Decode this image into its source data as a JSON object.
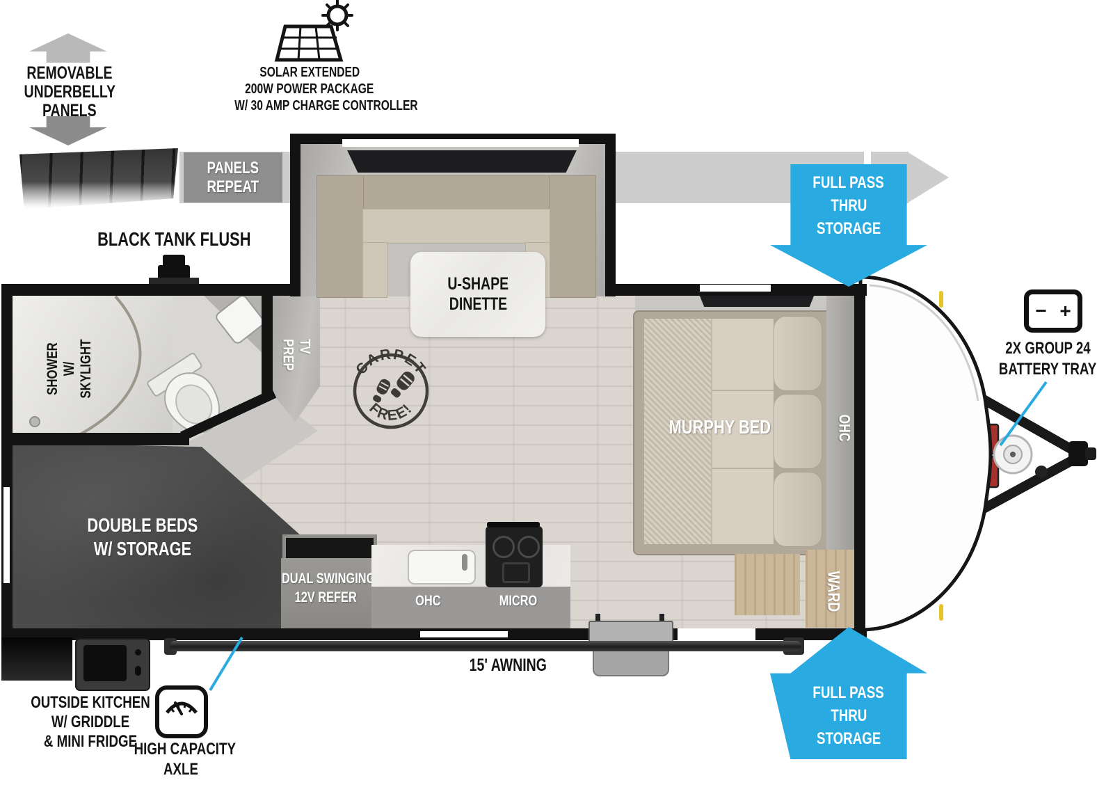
{
  "colors": {
    "accent_blue": "#29abe2",
    "band_gray": "#cdcdcd"
  },
  "annotations": {
    "underbelly": {
      "lines": [
        "REMOVABLE",
        "UNDERBELLY",
        "PANELS"
      ]
    },
    "panels_repeat": {
      "lines": [
        "PANELS",
        "REPEAT"
      ]
    },
    "solar": {
      "lines": [
        "SOLAR EXTENDED",
        "200W POWER PACKAGE",
        "W/ 30 AMP CHARGE CONTROLLER"
      ]
    },
    "black_tank_flush": "BLACK TANK FLUSH",
    "pass_thru_top": {
      "lines": [
        "FULL PASS",
        "THRU",
        "STORAGE"
      ]
    },
    "pass_thru_bottom": {
      "lines": [
        "FULL PASS",
        "THRU",
        "STORAGE"
      ]
    },
    "battery": {
      "minus": "−",
      "plus": "+",
      "lines": [
        "2X GROUP 24",
        "BATTERY TRAY"
      ]
    },
    "awning": "15' AWNING",
    "outside_kitchen": {
      "lines": [
        "OUTSIDE KITCHEN",
        "W/ GRIDDLE",
        "& MINI FRIDGE"
      ]
    },
    "axle": {
      "lines": [
        "HIGH CAPACITY",
        "AXLE"
      ]
    }
  },
  "rooms": {
    "dinette": {
      "lines": [
        "U-SHAPE",
        "DINETTE"
      ]
    },
    "murphy_bed": "MURPHY BED",
    "ohc_front": "OHC",
    "ward": "WARD",
    "shower": {
      "lines": [
        "SHOWER",
        "W/ SKYLIGHT"
      ]
    },
    "tv_prep": "TV PREP",
    "carpet_free": {
      "top": "CARPET",
      "bottom": "FREE!"
    },
    "double_beds": {
      "lines": [
        "DOUBLE BEDS",
        "W/ STORAGE"
      ]
    },
    "refer": {
      "lines": [
        "DUAL SWINGING",
        "12V REFER"
      ]
    },
    "ohc_kitchen": "OHC",
    "micro": "MICRO"
  }
}
